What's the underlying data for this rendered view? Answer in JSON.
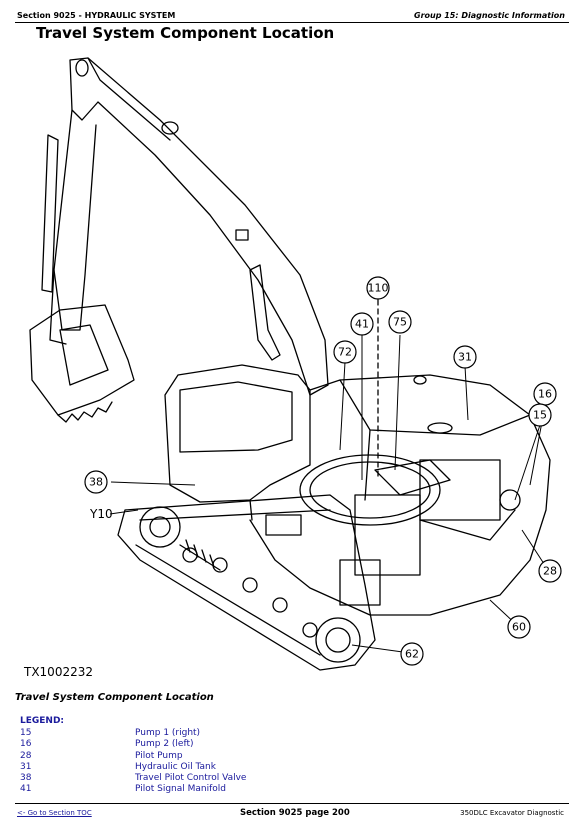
{
  "header": {
    "section": "Section 9025 - HYDRAULIC SYSTEM",
    "group": "Group 15: Diagnostic Information"
  },
  "title": "Travel System Component Location",
  "figure": {
    "figure_id": "TX1002232",
    "y_label": "Y10",
    "callouts": [
      "110",
      "41",
      "75",
      "72",
      "31",
      "16",
      "15",
      "38",
      "28",
      "60",
      "62"
    ]
  },
  "caption": "Travel System Component Location",
  "legend": {
    "title": "LEGEND:",
    "items": [
      {
        "num": "15",
        "label": "Pump 1 (right)"
      },
      {
        "num": "16",
        "label": "Pump 2 (left)"
      },
      {
        "num": "28",
        "label": "Pilot Pump"
      },
      {
        "num": "31",
        "label": "Hydraulic Oil Tank"
      },
      {
        "num": "38",
        "label": "Travel Pilot Control Valve"
      },
      {
        "num": "41",
        "label": "Pilot Signal Manifold"
      }
    ]
  },
  "footer": {
    "toc_link": "<- Go to Section TOC",
    "page": "Section 9025 page 200",
    "doc": "350DLC Excavator Diagnostic"
  }
}
